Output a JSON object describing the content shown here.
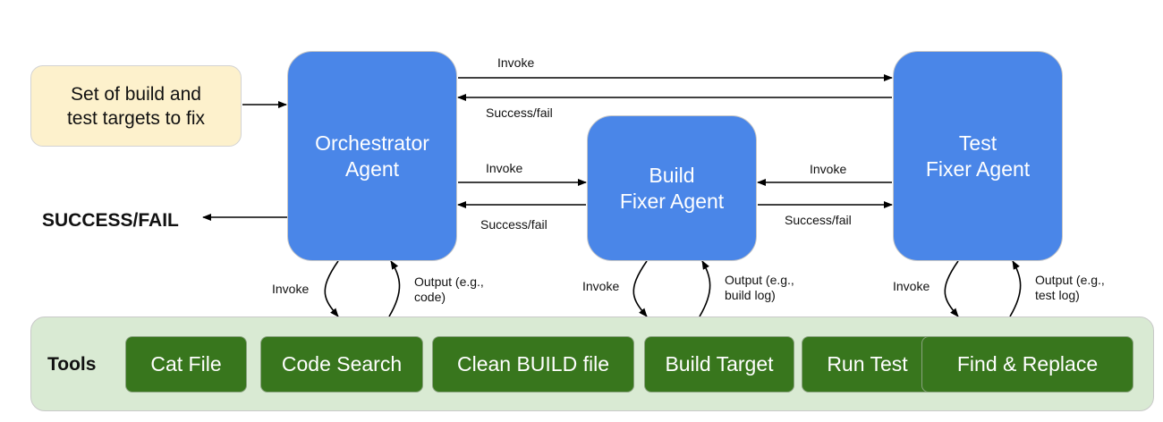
{
  "input": {
    "text_line1": "Set of build and",
    "text_line2": "test targets to fix"
  },
  "agents": {
    "orchestrator": {
      "line1": "Orchestrator",
      "line2": "Agent"
    },
    "build_fixer": {
      "line1": "Build",
      "line2": "Fixer Agent"
    },
    "test_fixer": {
      "line1": "Test",
      "line2": "Fixer Agent"
    }
  },
  "output_status": "SUCCESS/FAIL",
  "edges": {
    "orch_to_test_invoke": "Invoke",
    "test_to_orch_result": "Success/fail",
    "orch_to_build_invoke": "Invoke",
    "build_to_orch_result": "Success/fail",
    "test_to_build_invoke": "Invoke",
    "build_to_test_result": "Success/fail",
    "orch_tools_invoke": "Invoke",
    "orch_tools_output_line1": "Output (e.g.,",
    "orch_tools_output_line2": "code)",
    "build_tools_invoke": "Invoke",
    "build_tools_output_line1": "Output (e.g.,",
    "build_tools_output_line2": "build log)",
    "test_tools_invoke": "Invoke",
    "test_tools_output_line1": "Output (e.g.,",
    "test_tools_output_line2": "test log)"
  },
  "tools": {
    "title": "Tools",
    "items": [
      "Cat File",
      "Code Search",
      "Clean BUILD file",
      "Build Target",
      "Run Test",
      "Find & Replace"
    ]
  },
  "colors": {
    "agent": "#4a86e8",
    "input": "#fdf1cc",
    "tools_panel": "#d9ead3",
    "tool": "#38761d"
  }
}
